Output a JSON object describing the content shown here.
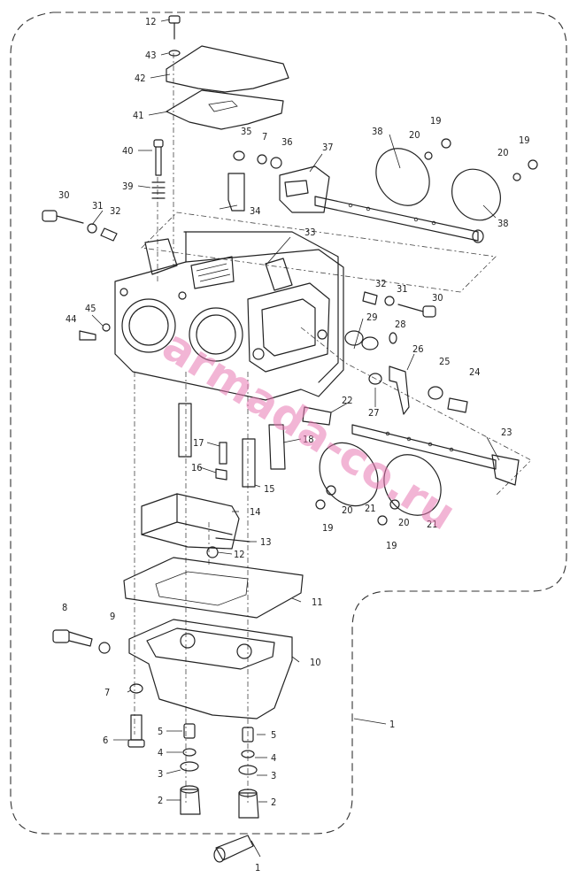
{
  "watermark": "armada-co.ru",
  "callouts": [
    {
      "id": "c12a",
      "label": "12"
    },
    {
      "id": "c43",
      "label": "43"
    },
    {
      "id": "c42",
      "label": "42"
    },
    {
      "id": "c41",
      "label": "41"
    },
    {
      "id": "c40",
      "label": "40"
    },
    {
      "id": "c39",
      "label": "39"
    },
    {
      "id": "c35",
      "label": "35"
    },
    {
      "id": "c7a",
      "label": "7"
    },
    {
      "id": "c36",
      "label": "36"
    },
    {
      "id": "c37",
      "label": "37"
    },
    {
      "id": "c38a",
      "label": "38"
    },
    {
      "id": "c20a",
      "label": "20"
    },
    {
      "id": "c19a",
      "label": "19"
    },
    {
      "id": "c19b",
      "label": "19"
    },
    {
      "id": "c20b",
      "label": "20"
    },
    {
      "id": "c38b",
      "label": "38"
    },
    {
      "id": "c34",
      "label": "34"
    },
    {
      "id": "c30a",
      "label": "30"
    },
    {
      "id": "c31a",
      "label": "31"
    },
    {
      "id": "c32a",
      "label": "32"
    },
    {
      "id": "c33",
      "label": "33"
    },
    {
      "id": "c32b",
      "label": "32"
    },
    {
      "id": "c31b",
      "label": "31"
    },
    {
      "id": "c30b",
      "label": "30"
    },
    {
      "id": "c44",
      "label": "44"
    },
    {
      "id": "c45",
      "label": "45"
    },
    {
      "id": "c29",
      "label": "29"
    },
    {
      "id": "c28",
      "label": "28"
    },
    {
      "id": "c26",
      "label": "26"
    },
    {
      "id": "c25",
      "label": "25"
    },
    {
      "id": "c24",
      "label": "24"
    },
    {
      "id": "c27",
      "label": "27"
    },
    {
      "id": "c22",
      "label": "22"
    },
    {
      "id": "c23",
      "label": "23"
    },
    {
      "id": "c18",
      "label": "18"
    },
    {
      "id": "c17",
      "label": "17"
    },
    {
      "id": "c16",
      "label": "16"
    },
    {
      "id": "c15",
      "label": "15"
    },
    {
      "id": "c21a",
      "label": "21"
    },
    {
      "id": "c21b",
      "label": "21"
    },
    {
      "id": "c20c",
      "label": "20"
    },
    {
      "id": "c20d",
      "label": "20"
    },
    {
      "id": "c19c",
      "label": "19"
    },
    {
      "id": "c19d",
      "label": "19"
    },
    {
      "id": "c14",
      "label": "14"
    },
    {
      "id": "c13",
      "label": "13"
    },
    {
      "id": "c12b",
      "label": "12"
    },
    {
      "id": "c11",
      "label": "11"
    },
    {
      "id": "c8",
      "label": "8"
    },
    {
      "id": "c9",
      "label": "9"
    },
    {
      "id": "c10",
      "label": "10"
    },
    {
      "id": "c7b",
      "label": "7"
    },
    {
      "id": "c6",
      "label": "6"
    },
    {
      "id": "c1a",
      "label": "1"
    },
    {
      "id": "c5a",
      "label": "5"
    },
    {
      "id": "c5b",
      "label": "5"
    },
    {
      "id": "c4a",
      "label": "4"
    },
    {
      "id": "c4b",
      "label": "4"
    },
    {
      "id": "c3a",
      "label": "3"
    },
    {
      "id": "c3b",
      "label": "3"
    },
    {
      "id": "c2a",
      "label": "2"
    },
    {
      "id": "c2b",
      "label": "2"
    },
    {
      "id": "c1b",
      "label": "1"
    }
  ]
}
